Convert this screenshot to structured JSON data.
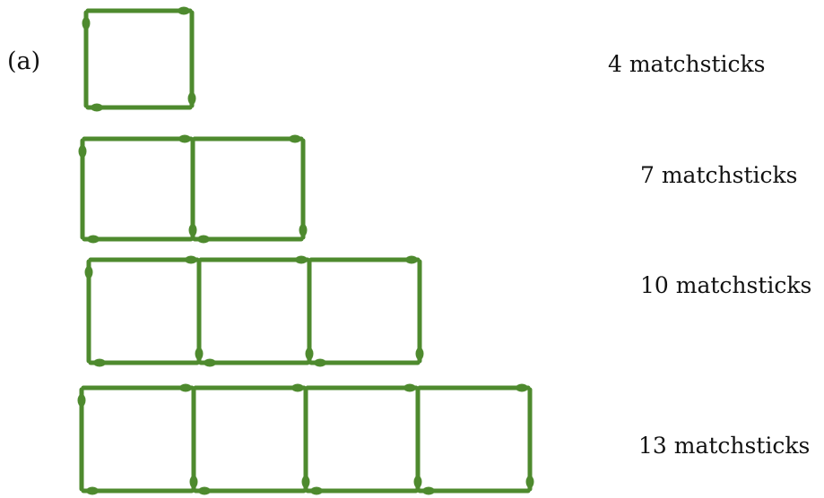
{
  "label": "(a)",
  "stick_color": "#4e8a2e",
  "rows": [
    {
      "squares": 1,
      "caption": "4 matchsticks"
    },
    {
      "squares": 2,
      "caption": "7 matchsticks"
    },
    {
      "squares": 3,
      "caption": "10 matchsticks"
    },
    {
      "squares": 4,
      "caption": "13 matchsticks"
    }
  ]
}
